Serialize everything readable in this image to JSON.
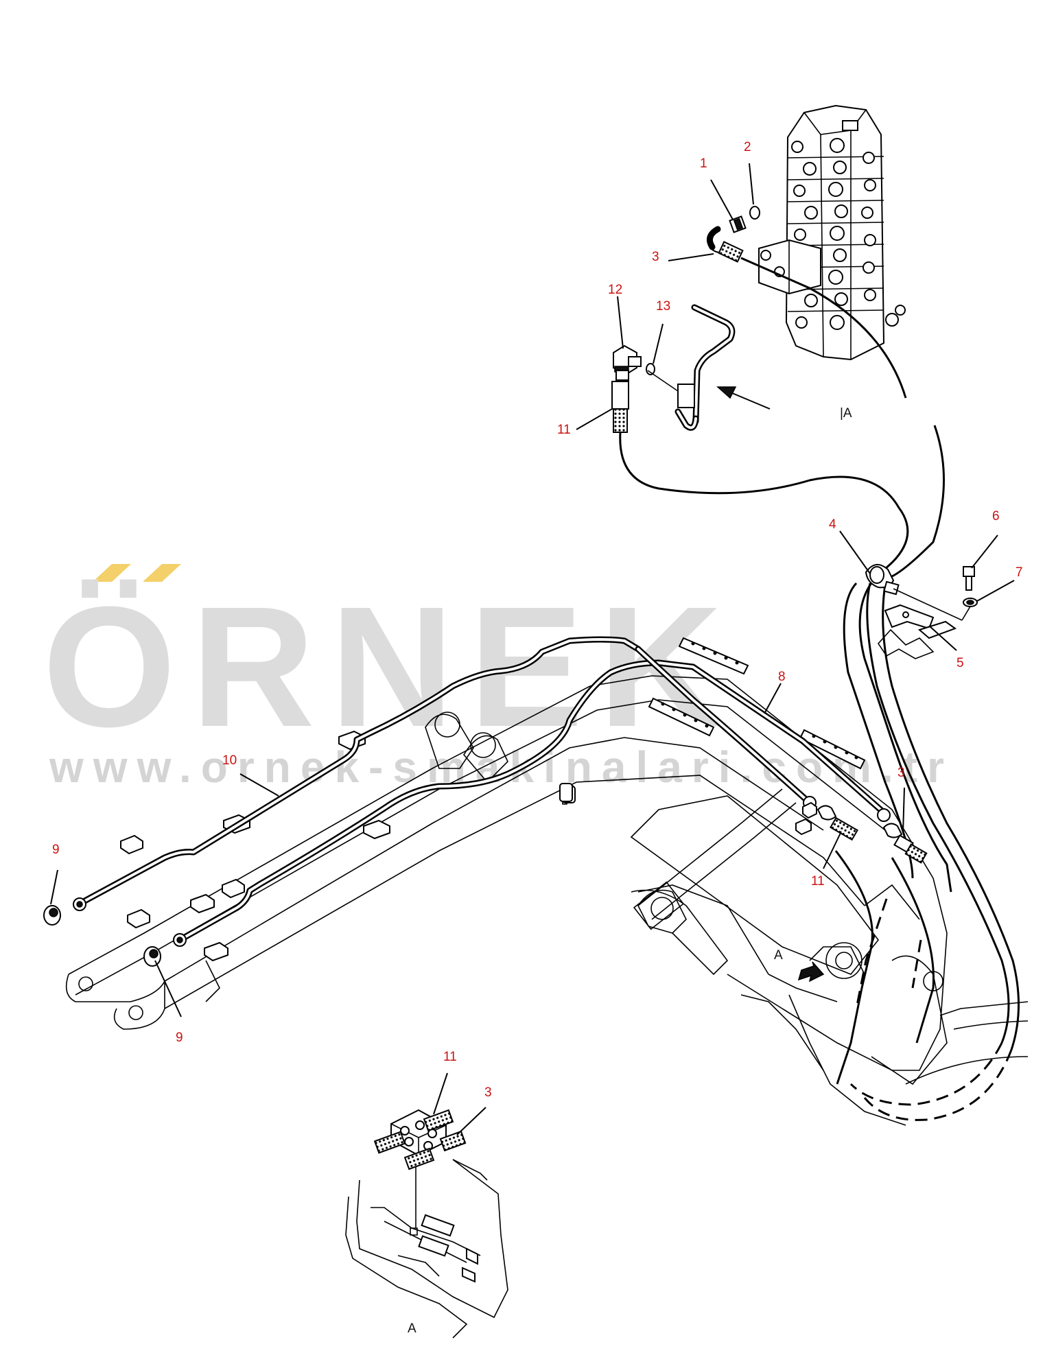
{
  "watermark": {
    "brand": "ÖRNEK",
    "url": "www.ornek-smakinalari.com.tr",
    "accent_color": "#f4d06a",
    "text_color": "#dcdcdc"
  },
  "callouts": {
    "c1": "1",
    "c2": "2",
    "c3_valve": "3",
    "c3_boom": "3",
    "c3_detail": "3",
    "c4": "4",
    "c5": "5",
    "c6": "6",
    "c7": "7",
    "c8": "8",
    "c9_top": "9",
    "c9_bottom": "9",
    "c10": "10",
    "c11_adapter": "11",
    "c11_boom": "11",
    "c11_detail": "11",
    "c12": "12",
    "c13": "13"
  },
  "view_labels": {
    "section_marker": "|A",
    "arrow_marker": "A",
    "detail_title": "A"
  },
  "colors": {
    "callout": "#cc1111",
    "line": "#000000"
  }
}
